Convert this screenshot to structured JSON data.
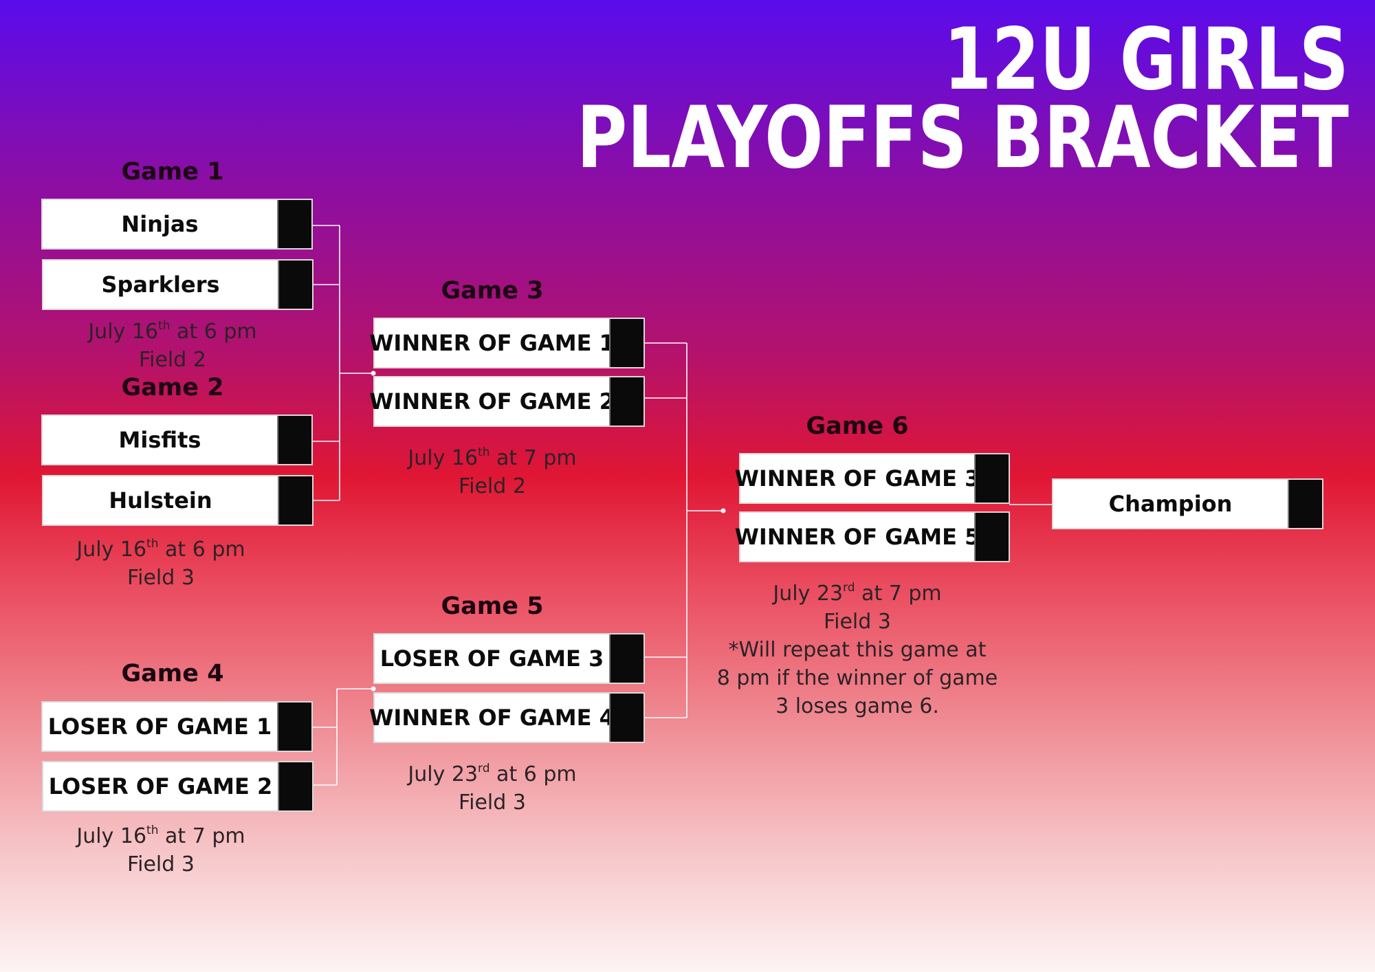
{
  "title": {
    "line1": "12U GIRLS",
    "line2": "PLAYOFFS BRACKET"
  },
  "colors": {
    "background_top": "#5a0cec",
    "background_middle": "#e01634",
    "background_bottom": "#fdf4f4",
    "score_box": "#0a0a0a",
    "team_box": "#ffffff"
  },
  "games": {
    "g1": {
      "title": "Game 1",
      "team1": "Ninjas",
      "team2": "Sparklers",
      "date_prefix": "July 16",
      "date_sup": "th",
      "date_suffix": " at  6 pm",
      "field": "Field 2"
    },
    "g2": {
      "title": "Game 2",
      "team1": "Misfits",
      "team2": "Hulstein",
      "date_prefix": "July 16",
      "date_sup": "th",
      "date_suffix": " at  6 pm",
      "field": "Field 3"
    },
    "g3": {
      "title": "Game 3",
      "team1": "WINNER OF GAME 1",
      "team2": "WINNER OF GAME 2",
      "date_prefix": "July 16",
      "date_sup": "th",
      "date_suffix": " at  7 pm",
      "field": "Field 2"
    },
    "g4": {
      "title": "Game 4",
      "team1": "LOSER OF GAME 1",
      "team2": "LOSER OF GAME 2",
      "date_prefix": "July 16",
      "date_sup": "th",
      "date_suffix": " at  7 pm",
      "field": "Field 3"
    },
    "g5": {
      "title": "Game 5",
      "team1": "LOSER OF GAME 3",
      "team2": "WINNER OF GAME 4",
      "date_prefix": "July 23",
      "date_sup": "rd",
      "date_suffix": " at  6 pm",
      "field": "Field 3"
    },
    "g6": {
      "title": "Game 6",
      "team1": "WINNER OF GAME 3",
      "team2": "WINNER OF GAME 5",
      "date_prefix": "July 23",
      "date_sup": "rd",
      "date_suffix": " at  7 pm",
      "field": "Field 3",
      "note_line1": "*Will repeat this game at",
      "note_line2": "8 pm if the winner of game",
      "note_line3": "3 loses game 6."
    }
  },
  "champion": {
    "label": "Champion"
  }
}
